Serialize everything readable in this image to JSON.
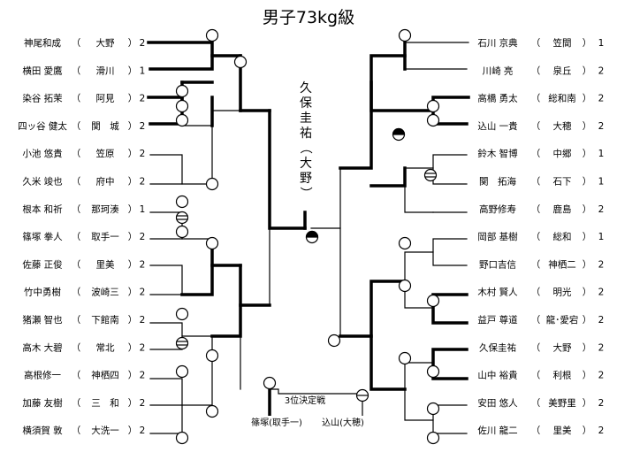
{
  "title": "男子73kg級",
  "winner": {
    "chars": [
      "久",
      "保",
      "圭",
      "祐",
      "（",
      "大",
      "野",
      "）"
    ]
  },
  "third_place": {
    "label": "3位決定戦",
    "left": "篠塚(取手一)",
    "right": "込山(大穂)"
  },
  "left_players": [
    {
      "name": "神尾和成",
      "school": "大野",
      "seed": "2"
    },
    {
      "name": "横田 愛鷹",
      "school": "滑川",
      "seed": "1"
    },
    {
      "name": "染谷 拓茉",
      "school": "阿見",
      "seed": "2"
    },
    {
      "name": "四ッ谷 健太",
      "school": "関　城",
      "seed": "2"
    },
    {
      "name": "小池 悠貴",
      "school": "笠原",
      "seed": "2"
    },
    {
      "name": "久米 竣也",
      "school": "府中",
      "seed": "2"
    },
    {
      "name": "根本 和祈",
      "school": "那珂湊",
      "seed": "1"
    },
    {
      "name": "篠塚 拳人",
      "school": "取手一",
      "seed": "2"
    },
    {
      "name": "佐藤 正俊",
      "school": "里美",
      "seed": "2"
    },
    {
      "name": "竹中勇樹",
      "school": "波崎三",
      "seed": "2"
    },
    {
      "name": "猪瀬 智也",
      "school": "下館南",
      "seed": "2"
    },
    {
      "name": "高木 大碧",
      "school": "常北",
      "seed": "2"
    },
    {
      "name": "高根修一",
      "school": "神栖四",
      "seed": "2"
    },
    {
      "name": "加藤 友樹",
      "school": "三　和",
      "seed": "2"
    },
    {
      "name": "横須賀 敦",
      "school": "大洗一",
      "seed": "2"
    }
  ],
  "right_players": [
    {
      "name": "石川 京典",
      "school": "笠間",
      "seed": "1"
    },
    {
      "name": "川崎 亮",
      "school": "泉丘",
      "seed": "2"
    },
    {
      "name": "高橋 勇太",
      "school": "総和南",
      "seed": "2"
    },
    {
      "name": "込山 一貴",
      "school": "大穂",
      "seed": "2"
    },
    {
      "name": "鈴木 智博",
      "school": "中郷",
      "seed": "1"
    },
    {
      "name": "関　拓海",
      "school": "石下",
      "seed": "1"
    },
    {
      "name": "高野修寿",
      "school": "鹿島",
      "seed": "2"
    },
    {
      "name": "岡部 基樹",
      "school": "総和",
      "seed": "1"
    },
    {
      "name": "野口吉信",
      "school": "神栖二",
      "seed": "2"
    },
    {
      "name": "木村 賢人",
      "school": "明光",
      "seed": "2"
    },
    {
      "name": "益戸 尊道",
      "school": "龍･愛宕",
      "seed": "2"
    },
    {
      "name": "久保圭祐",
      "school": "大野",
      "seed": "2"
    },
    {
      "name": "山中 裕貴",
      "school": "利根",
      "seed": "2"
    },
    {
      "name": "安田 悠人",
      "school": "美野里",
      "seed": "2"
    },
    {
      "name": "佐川 龍二",
      "school": "里美",
      "seed": "2"
    }
  ]
}
